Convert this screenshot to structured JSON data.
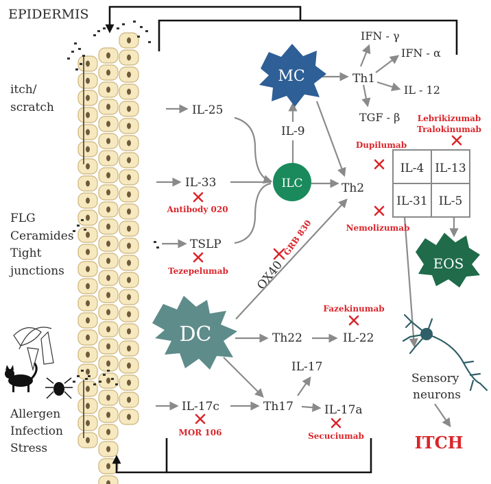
{
  "epidermis_label": "EPIDERMIS",
  "left_labels": {
    "itch_line1": "itch/",
    "itch_line2": "scratch",
    "flg_line1": "FLG",
    "flg_line2": "Ceramides",
    "flg_line3": "Tight",
    "flg_line4": "junctions",
    "allergen_line1": "Allergen",
    "allergen_line2": "Infection",
    "allergen_line3": "Stress"
  },
  "cytokines": {
    "il25": "IL-25",
    "il33": "IL-33",
    "tslp": "TSLP",
    "il9": "IL-9",
    "th2": "Th2",
    "th1": "Th1",
    "ifn_g": "IFN - γ",
    "ifn_a": "IFN - α",
    "il12": "IL - 12",
    "tgf_b": "TGF - β",
    "il4": "IL-4",
    "il13": "IL-13",
    "il31": "IL-31",
    "il5": "IL-5",
    "ox40": "OX40",
    "th22": "Th22",
    "il22": "IL-22",
    "il17": "IL-17",
    "th17": "Th17",
    "il17a": "IL-17a",
    "il17c": "IL-17c"
  },
  "cells": {
    "mc": "MC",
    "ilc": "ILC",
    "dc": "DC",
    "eos": "EOS"
  },
  "drugs": {
    "antibody020": "Antibody 020",
    "tezepelumab": "Tezepelumab",
    "grb830": "GRB 830",
    "dupilumab": "Dupilumab",
    "lebrikizumab": "Lebrikizumab",
    "tralokinumab": "Tralokinumab",
    "nemolizumab": "Nemolizumab",
    "fazekinumab": "Fazekinumab",
    "mor106": "MOR 106",
    "secuciumab": "Secuciumab"
  },
  "neurons_line1": "Sensory",
  "neurons_line2": "neurons",
  "itch_output": "ITCH",
  "colors": {
    "mc": "#2e5f96",
    "ilc": "#1a8a5c",
    "dc": "#5e8c8a",
    "eos": "#1f6b4a",
    "neuron": "#2f5f68",
    "drug": "#d9262b",
    "arrow": "#8a8a8a",
    "cell_fill": "#f6e8bf"
  }
}
